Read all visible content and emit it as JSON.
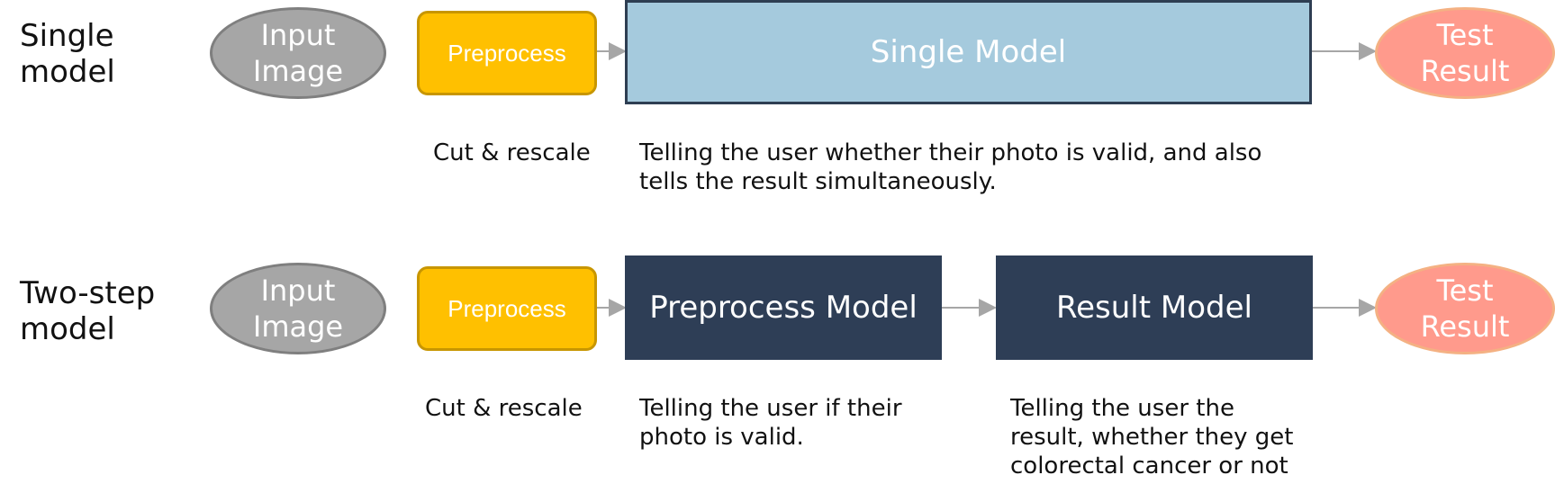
{
  "rows": {
    "single": {
      "label_line1": "Single",
      "label_line2": "model",
      "input_line1": "Input",
      "input_line2": "Image",
      "preprocess": "Preprocess",
      "model": "Single Model",
      "result_line1": "Test",
      "result_line2": "Result",
      "preprocess_desc": "Cut & rescale",
      "model_desc_line1": "Telling the user whether their photo is valid, and also",
      "model_desc_line2": "tells the result simultaneously."
    },
    "two_step": {
      "label_line1": "Two-step",
      "label_line2": "model",
      "input_line1": "Input",
      "input_line2": "Image",
      "preprocess": "Preprocess",
      "preprocess_model": "Preprocess Model",
      "result_model": "Result Model",
      "result_line1": "Test",
      "result_line2": "Result",
      "preprocess_desc": "Cut & rescale",
      "preprocess_model_desc_line1": "Telling the user if their",
      "preprocess_model_desc_line2": "photo is valid.",
      "result_model_desc_line1": "Telling the user the",
      "result_model_desc_line2": "result, whether they get",
      "result_model_desc_line3": "colorectal cancer or not"
    }
  },
  "colors": {
    "input_fill": "#a6a6a6",
    "preprocess_fill": "#ffc000",
    "single_model_fill": "#a5cadd",
    "dark_model_fill": "#2e3e56",
    "result_fill": "#ff9a8c",
    "arrow": "#a6a6a6"
  }
}
